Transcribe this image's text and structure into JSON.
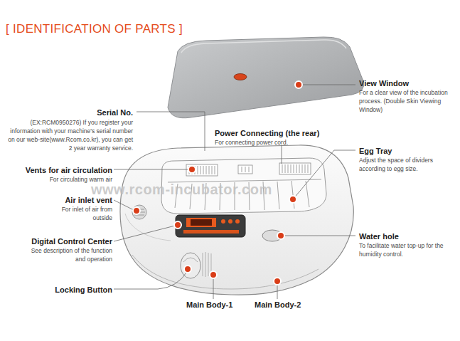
{
  "diagram": {
    "title": "[ IDENTIFICATION OF PARTS ]",
    "labels": [
      "View Window",
      "For a clear view of the incubation process. (Double Skin Viewing Window)",
      "Serial No.",
      "(EX:RCM0950276) If you register your information with your machine's serial number on our web-site(www.Rcom.co.kr), you can get 2 year warranty service.",
      "Power Connecting (the rear)",
      "For connecting power cord.",
      "Egg Tray",
      "Adjust the space of dividers according to egg size.",
      "Vents for air circulation",
      "For circulating warm air",
      "Air inlet vent",
      "For inlet of air from outside",
      "Digital Control Center",
      "See description of the function and operation",
      "Locking Button",
      "Water hole",
      "To facilitate water top-up for the humidity control.",
      "Main Body-1",
      "Main Body-2",
      "www.rcom-incubator.com"
    ]
  }
}
